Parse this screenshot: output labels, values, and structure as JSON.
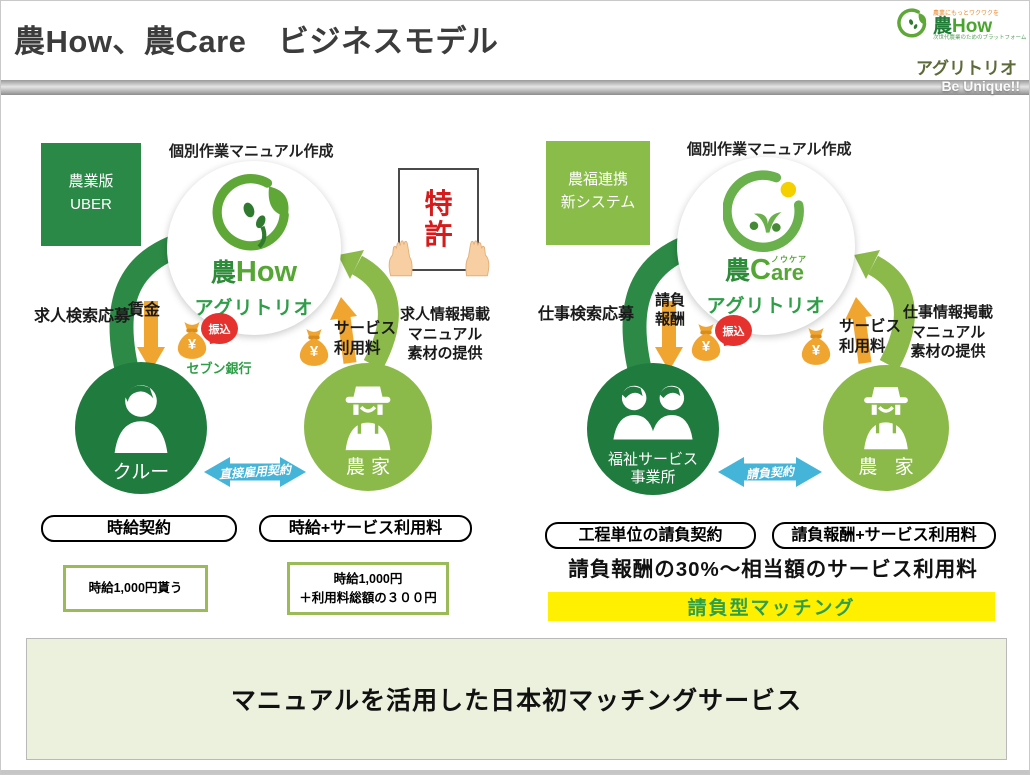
{
  "header": {
    "title": "農How、農Care　ビジネスモデル",
    "logo": {
      "slogan_top": "農業にもっとワクワクを",
      "brand_prefix": "農",
      "brand_suffix": "How",
      "slogan_bottom": "次世代農業のためのプラットフォーム",
      "company": "アグリトリオ",
      "tagline": "Be Unique!!"
    }
  },
  "icons": {
    "yen": "¥"
  },
  "left": {
    "badge": "農業版\nUBER",
    "top_label": "個別作業マニュアル作成",
    "hub_brand_prefix": "農",
    "hub_brand_suffix": "How",
    "hub_company": "アグリトリオ",
    "search_label": "求人検索応募",
    "wage_label": "賃金",
    "transfer_label": "振込",
    "bank_label": "セブン銀行",
    "service_fee_label": "サービス\n利用料",
    "info_label": "求人情報掲載\nマニュアル\n素材の提供",
    "patent_label": "特\n許",
    "left_circle_label": "クルー",
    "right_circle_label": "農家",
    "contract_label": "直接雇用契約",
    "pill_left": "時給契約",
    "pill_right": "時給+サービス利用料",
    "note_left": "時給1,000円貰う",
    "note_right": "時給1,000円\n＋利用料総額の３００円"
  },
  "right": {
    "badge": "農福連携\n新システム",
    "top_label": "個別作業マニュアル作成",
    "hub_brand_prefix": "農",
    "hub_brand_c": "C",
    "hub_furigana": "ノウケア",
    "hub_brand_suffix": "are",
    "hub_company": "アグリトリオ",
    "search_label": "仕事検索応募",
    "fee_label": "請負\n報酬",
    "transfer_label": "振込",
    "service_fee_label": "サービス\n利用料",
    "info_label": "仕事情報掲載\nマニュアル\n素材の提供",
    "left_circle_label": "福祉サービス\n事業所",
    "right_circle_label": "農 家",
    "contract_label": "請負契約",
    "pill_left": "工程単位の請負契約",
    "pill_right": "請負報酬+サービス利用料",
    "fee_note": "請負報酬の30%～相当額のサービス利用料",
    "highlight": "請負型マッチング"
  },
  "footer": {
    "banner": "マニュアルを活用した日本初マッチングサービス"
  },
  "colors": {
    "dark_green": "#1f7b3e",
    "light_green": "#8cba4a",
    "orange": "#f0a531",
    "red": "#e6322e",
    "blue": "#45b4d9",
    "yellow": "#ffef00",
    "banner_bg": "#ecf1de"
  }
}
